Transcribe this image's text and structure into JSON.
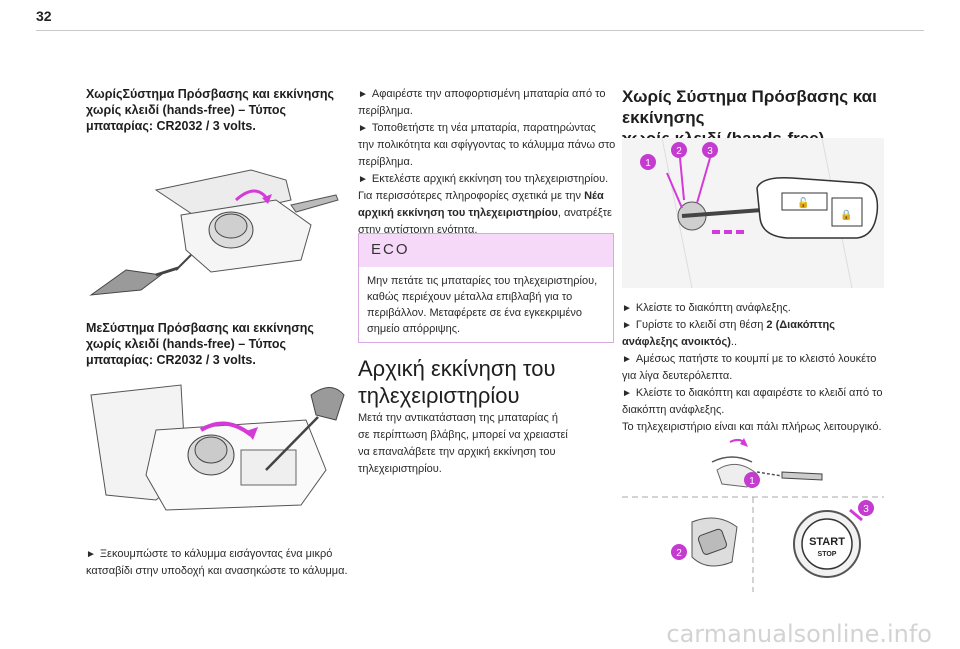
{
  "page_number": "32",
  "col1": {
    "heading1": [
      "ΧωρίςΣύστημα Πρόσβασης και εκκίνησης",
      "χωρίς κλειδί (hands-free) – Τύπος",
      "μπαταρίας: CR2032 / 3 volts."
    ],
    "heading2": [
      "ΜεΣύστημα Πρόσβασης και εκκίνησης",
      "χωρίς κλειδί (hands-free) – Τύπος",
      "μπαταρίας: CR2032 / 3 volts."
    ],
    "bullet_lines": [
      "Ξεκουμπώστε το κάλυμμα εισάγοντας ένα μικρό",
      "κατσαβίδι στην υποδοχή και ανασηκώστε το κάλυμμα."
    ],
    "arrow": "►"
  },
  "col2": {
    "lines": [
      {
        "arrow": "►",
        "text": "Αφαιρέστε την αποφορτισμένη μπαταρία από το"
      },
      {
        "arrow": "",
        "text": "περίβλημα."
      },
      {
        "arrow": "►",
        "text": "Τοποθετήστε τη νέα μπαταρία, παρατηρώντας"
      },
      {
        "arrow": "",
        "text": "την πολικότητα και σφίγγοντας το κάλυμμα πάνω στο"
      },
      {
        "arrow": "",
        "text": "περίβλημα."
      },
      {
        "arrow": "►",
        "text": "Εκτελέστε αρχική εκκίνηση του τηλεχειριστηρίου."
      },
      {
        "arrow": "",
        "text": "Για περισσότερες πληροφορίες σχετικά με την"
      }
    ],
    "bold_ref_1": "Νέα",
    "bold_ref_2": "αρχική εκκίνηση του τηλεχειριστηρίου",
    "ref_suffix": ", ανατρέξτε",
    "ref_last": "στην αντίστοιχη ενότητα.",
    "eco_title": "ECO",
    "eco_lines": [
      "Μην πετάτε τις μπαταρίες του τηλεχειριστηρίου,",
      "καθώς περιέχουν μέταλλα επιβλαβή για το",
      "περιβάλλον. Μεταφέρετε σε ένα εγκεκριμένο",
      "σημείο απόρριψης."
    ],
    "section_title": [
      "Αρχική εκκίνηση του",
      "τηλεχειριστηρίου"
    ],
    "section_lines": [
      "Μετά την αντικατάσταση της μπαταρίας ή",
      "σε περίπτωση βλάβης, μπορεί να χρειαστεί",
      "να επαναλάβετε την αρχική εκκίνηση του",
      "τηλεχειριστηρίου."
    ]
  },
  "col3": {
    "heading": [
      "Χωρίς Σύστημα Πρόσβασης και εκκίνησης",
      "χωρίς κλειδί (hands-free)"
    ],
    "step_lines": [
      {
        "arrow": "►",
        "text": "Κλείστε το διακόπτη ανάφλεξης."
      },
      {
        "arrow": "►",
        "text": "Γυρίστε το κλειδί στη θέση"
      }
    ],
    "pos_bold": "2 (Διακόπτης",
    "pos_bold2": "ανάφλεξης ανοικτός)",
    "pos_suffix": "..",
    "more_lines": [
      {
        "arrow": "►",
        "text": "Αμέσως πατήστε το κουμπί με το κλειστό λουκέτο"
      },
      {
        "arrow": "",
        "text": "για λίγα δευτερόλεπτα."
      },
      {
        "arrow": "►",
        "text": "Κλείστε το διακόπτη και αφαιρέστε το κλειδί από το"
      },
      {
        "arrow": "",
        "text": "διακόπτη ανάφλεξης."
      },
      {
        "arrow": "",
        "text": "Το τηλεχειριστήριο είναι και πάλι πλήρως λειτουργικό."
      }
    ],
    "callouts": [
      "1",
      "2",
      "3"
    ],
    "start_label": "START",
    "stop_label": "STOP"
  },
  "watermark": "carmanualsonline.info",
  "colors": {
    "callout": "#c43bd0",
    "eco_bg": "#f6d9f9",
    "eco_border": "#d9a7e2",
    "rule": "#c9c9c9"
  },
  "icons": [
    "play-arrow-icon",
    "key-fob-icon",
    "screwdriver-icon",
    "start-stop-button-icon"
  ]
}
